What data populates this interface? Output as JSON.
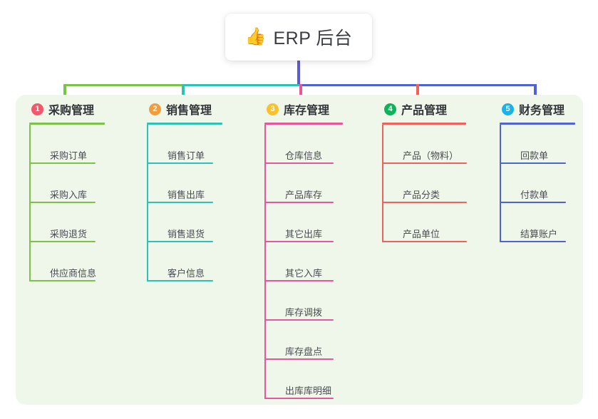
{
  "diagram": {
    "type": "mindmap",
    "root": {
      "icon": "thumbs-up-emoji",
      "emoji": "👍",
      "label": "ERP 后台"
    },
    "stem_color": "#5b5bd6",
    "panel_background": "#eef7e9",
    "branches": [
      {
        "number": "1",
        "label": "采购管理",
        "badge_color": "#f4566a",
        "line_color": "#7cc24a",
        "items": [
          "采购订单",
          "采购入库",
          "采购退货",
          "供应商信息"
        ]
      },
      {
        "number": "2",
        "label": "销售管理",
        "badge_color": "#f39c3d",
        "line_color": "#2fc2b4",
        "items": [
          "销售订单",
          "销售出库",
          "销售退货",
          "客户信息"
        ]
      },
      {
        "number": "3",
        "label": "库存管理",
        "badge_color": "#fbc02d",
        "line_color": "#e8559b",
        "items": [
          "仓库信息",
          "产品库存",
          "其它出库",
          "其它入库",
          "库存调拨",
          "库存盘点",
          "出库库明细"
        ]
      },
      {
        "number": "4",
        "label": "产品管理",
        "badge_color": "#0bb45a",
        "line_color": "#f2605c",
        "items": [
          "产品（物料）",
          "产品分类",
          "产品单位"
        ]
      },
      {
        "number": "5",
        "label": "财务管理",
        "badge_color": "#1ab3e8",
        "line_color": "#4f63d2",
        "items": [
          "回款单",
          "付款单",
          "结算账户"
        ]
      }
    ]
  }
}
